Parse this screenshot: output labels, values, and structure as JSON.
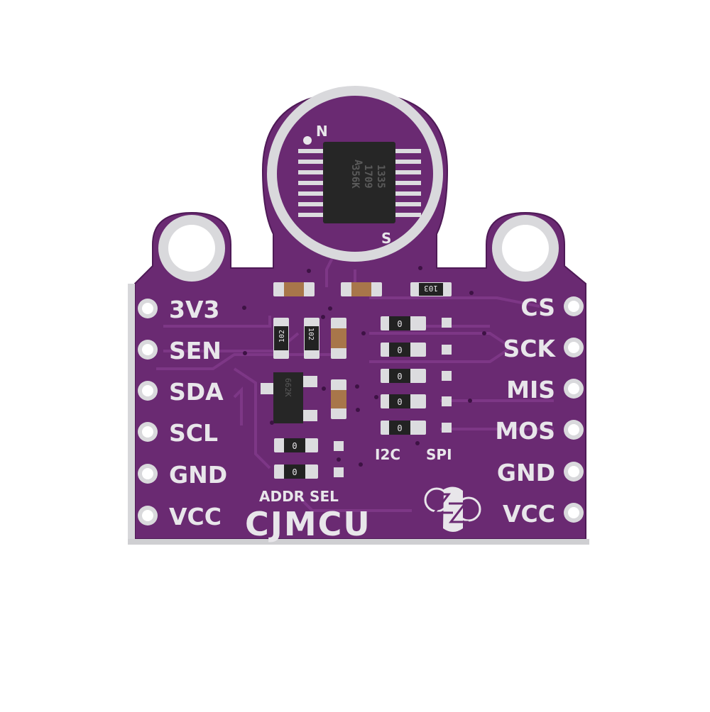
{
  "board": {
    "brand": "CJMCU",
    "colors": {
      "pcb": "#6a2a72",
      "pcb_dark": "#4e1a56",
      "trace": "#7b3584",
      "silkscreen": "#e8e6ea",
      "metal": "#d9d9dc",
      "chip": "#262626",
      "background": "#ffffff"
    },
    "compass": {
      "north": "N",
      "south": "S"
    },
    "chip": {
      "lines": [
        "1335",
        "1709",
        "356K"
      ]
    },
    "left_pins": [
      {
        "label": "3V3"
      },
      {
        "label": "SEN"
      },
      {
        "label": "SDA"
      },
      {
        "label": "SCL"
      },
      {
        "label": "GND"
      },
      {
        "label": "VCC"
      }
    ],
    "right_pins": [
      {
        "label": "CS"
      },
      {
        "label": "SCK"
      },
      {
        "label": "MIS"
      },
      {
        "label": "MOS"
      },
      {
        "label": "GND"
      },
      {
        "label": "VCC"
      }
    ],
    "components": {
      "resistor_102_a": "102",
      "resistor_102_b": "102",
      "resistor_103": "103",
      "transistor": "662K",
      "jumper_zero": "0"
    },
    "labels": {
      "addr_sel": "ADDR SEL",
      "i2c": "I2C",
      "spi": "SPI"
    }
  }
}
